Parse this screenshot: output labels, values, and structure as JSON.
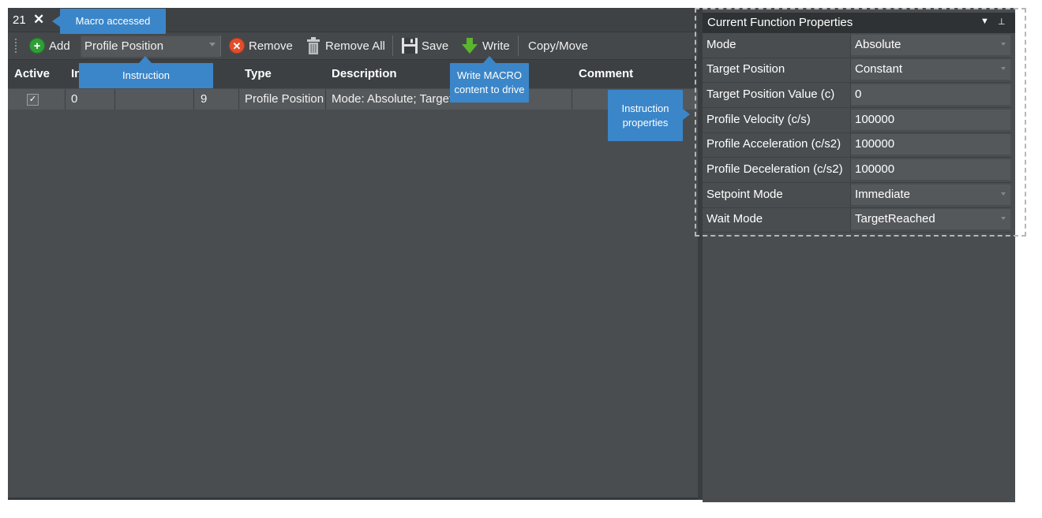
{
  "tab": {
    "number": "21",
    "close_glyph": "✕"
  },
  "toolbar": {
    "add_label": "Add",
    "instruction_value": "Profile Position",
    "remove_label": "Remove",
    "remove_all_label": "Remove All",
    "save_label": "Save",
    "write_label": "Write",
    "copy_move_label": "Copy/Move"
  },
  "grid": {
    "headers": {
      "active": "Active",
      "index": "In",
      "size": "ze",
      "type": "Type",
      "description": "Description",
      "comment": "Comment"
    },
    "rows": [
      {
        "active": true,
        "index": "0",
        "size": "9",
        "type": "Profile Position",
        "description": "Mode: Absolute; Target Position: 0",
        "comment": ""
      }
    ]
  },
  "properties": {
    "title": "Current Function Properties",
    "rows": [
      {
        "label": "Mode",
        "value": "Absolute",
        "dropdown": true
      },
      {
        "label": "Target Position",
        "value": "Constant",
        "dropdown": true
      },
      {
        "label": "Target Position Value (c)",
        "value": "0",
        "dropdown": false
      },
      {
        "label": "Profile Velocity (c/s)",
        "value": "100000",
        "dropdown": false
      },
      {
        "label": "Profile Acceleration (c/s2)",
        "value": "100000",
        "dropdown": false
      },
      {
        "label": "Profile Deceleration (c/s2)",
        "value": "100000",
        "dropdown": false
      },
      {
        "label": "Setpoint Mode",
        "value": "Immediate",
        "dropdown": true
      },
      {
        "label": "Wait Mode",
        "value": "TargetReached",
        "dropdown": true
      }
    ]
  },
  "callouts": {
    "macro_accessed": "Macro accessed",
    "instruction": "Instruction",
    "write_macro_line1": "Write MACRO",
    "write_macro_line2": "content to drive",
    "instruction_properties_line1": "Instruction",
    "instruction_properties_line2": "properties"
  },
  "colors": {
    "panel": "#4a4d50",
    "header": "#3d4043",
    "callout": "#3b86c9",
    "add_icon": "#2f9e37",
    "remove_icon": "#e04e2c",
    "write_icon": "#5ab52f"
  }
}
